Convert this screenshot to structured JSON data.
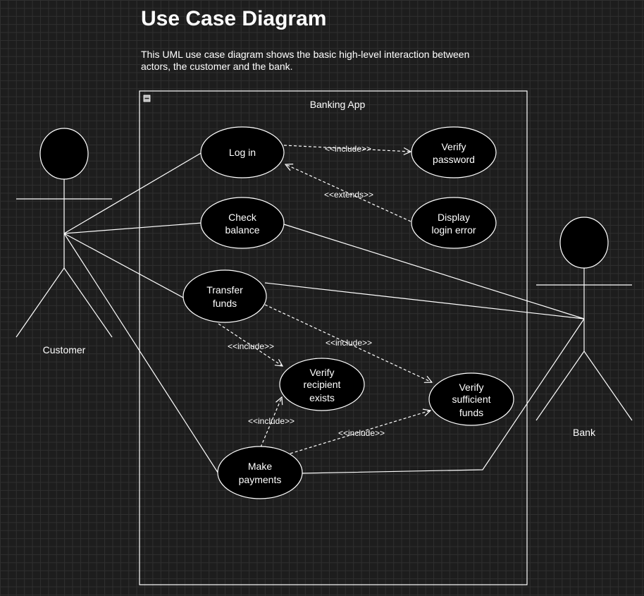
{
  "title": "Use Case Diagram",
  "description": "This UML use case diagram shows the basic high-level interaction between actors, the customer and the bank.",
  "system": {
    "label": "Banking App"
  },
  "actors": {
    "customer": "Customer",
    "bank": "Bank"
  },
  "use_cases": {
    "log_in": [
      "Log in"
    ],
    "verify_password": [
      "Verify",
      "password"
    ],
    "check_balance": [
      "Check",
      "balance"
    ],
    "display_login_error": [
      "Display",
      "login error"
    ],
    "transfer_funds": [
      "Transfer",
      "funds"
    ],
    "verify_recipient": [
      "Verify",
      "recipient",
      "exists"
    ],
    "verify_funds": [
      "Verify",
      "sufficient",
      "funds"
    ],
    "make_payments": [
      "Make",
      "payments"
    ]
  },
  "relations": {
    "login_include": "<<include>>",
    "login_extends": "<<extends>>",
    "transfer_include_recipient": "<<include>>",
    "transfer_include_funds": "<<include>>",
    "payments_include_recipient": "<<include>>",
    "payments_include_funds": "<<include>>"
  }
}
